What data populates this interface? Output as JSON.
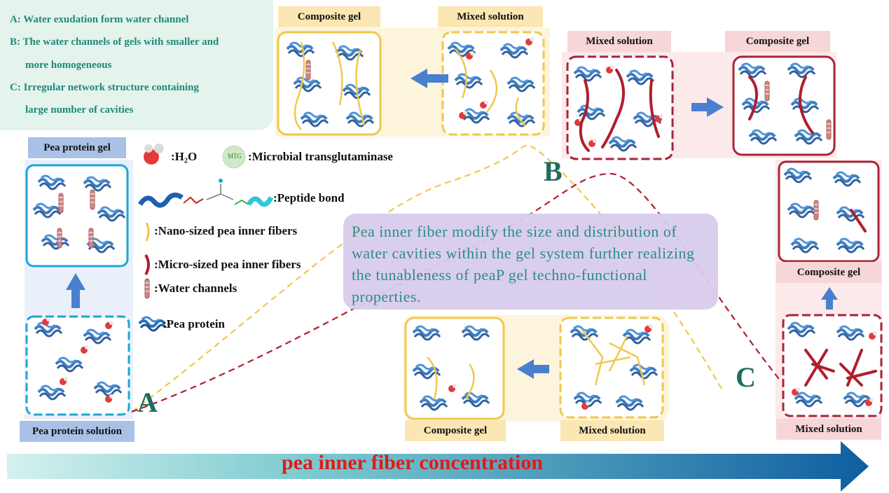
{
  "legend_letters": {
    "a_line": "A: Water exudation form water channel",
    "b_line1": "B: The water channels of gels with smaller and",
    "b_line2": "more homogeneous",
    "c_line1": "C: Irregular network structure containing",
    "c_line2": "large number of cavities"
  },
  "symbol_legend": {
    "h2o": ":H₂O",
    "mtg_badge": "MTG",
    "mtg": ":Microbial transglutaminase",
    "peptide": ":Peptide bond",
    "nano_fiber": ":Nano-sized pea inner fibers",
    "micro_fiber": ":Micro-sized pea inner fibers",
    "water_channels": ":Water channels",
    "pea_protein": ":Pea protein"
  },
  "labels": {
    "pea_protein_gel": "Pea protein gel",
    "pea_protein_solution": "Pea protein solution",
    "top_composite_gel": "Composite gel",
    "top_mixed_solution": "Mixed solution",
    "right_mixed_solution": "Mixed solution",
    "right_composite_gel": "Composite gel",
    "far_right_composite_gel": "Composite gel",
    "far_right_mixed_solution": "Mixed solution",
    "bottom_composite_gel": "Composite gel",
    "bottom_mixed_solution": "Mixed solution"
  },
  "points": {
    "a": "A",
    "b": "B",
    "c": "C"
  },
  "callout": "Pea inner fiber modify the size and distribution of water cavities within the gel system further realizing the tunableness of peaP gel techno-functional properties.",
  "axis_label": "pea inner fiber concentration",
  "colors": {
    "protein": "#2a6fb8",
    "nano_fiber": "#f0c84a",
    "micro_fiber": "#b01e2e",
    "arrow_blue": "#4a7fd0",
    "axis_text": "#e01a1a",
    "letter_green": "#1d6e5e"
  }
}
